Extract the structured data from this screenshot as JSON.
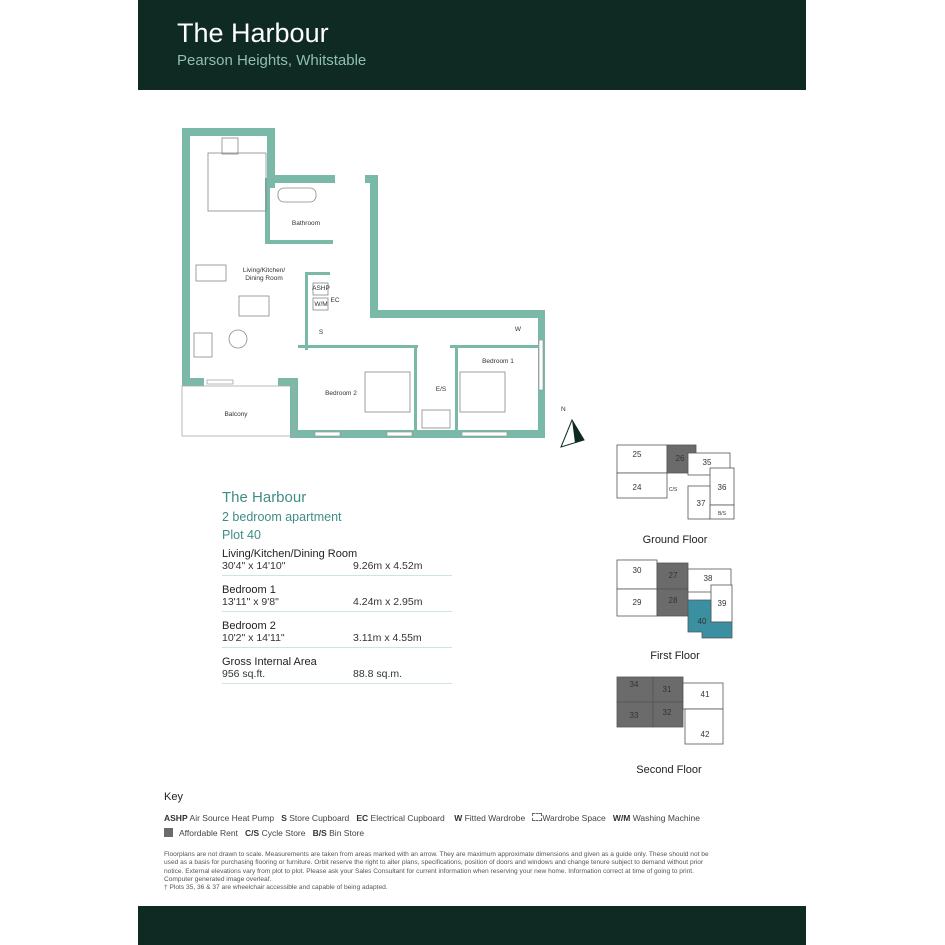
{
  "header": {
    "title": "The Harbour",
    "subtitle": "Pearson Heights, Whitstable"
  },
  "floorplan": {
    "rooms": {
      "living": [
        "Living/Kitchen/",
        "Dining Room"
      ],
      "bathroom": "Bathroom",
      "ashp": "ASHP",
      "wm": "W/M",
      "ec": "EC",
      "store": "S",
      "bedroom1": "Bedroom 1",
      "bedroom2": "Bedroom 2",
      "ensuite": "E/S",
      "wardrobe": "W",
      "balcony": "Balcony"
    },
    "north": "N",
    "colors": {
      "wall": "#7ab8a8",
      "header": "#0f2a22",
      "accent": "#3f8e86",
      "plot": "#3a8fa0",
      "affordable": "#6b6b6b"
    }
  },
  "spec": {
    "name": "The Harbour",
    "type": "2 bedroom apartment",
    "plot": "Plot 40",
    "rooms": [
      {
        "name": "Living/Kitchen/Dining Room",
        "imperial": "30'4\" x 14'10\"",
        "metric": "9.26m x 4.52m"
      },
      {
        "name": "Bedroom 1",
        "imperial": "13'11\" x 9'8\"",
        "metric": "4.24m x 2.95m"
      },
      {
        "name": "Bedroom 2",
        "imperial": "10'2\" x 14'11\"",
        "metric": "3.11m x 4.55m"
      },
      {
        "name": "Gross Internal Area",
        "imperial": "956 sq.ft.",
        "metric": "88.8 sq.m."
      }
    ]
  },
  "site_plans": {
    "ground": {
      "label": "Ground Floor",
      "plots": [
        "25",
        "26",
        "35",
        "24",
        "36",
        "37"
      ],
      "cs": "C/S",
      "bs": "B/S"
    },
    "first": {
      "label": "First Floor",
      "plots": [
        "30",
        "27",
        "38",
        "29",
        "28",
        "39",
        "40"
      ]
    },
    "second": {
      "label": "Second Floor",
      "plots": [
        "34",
        "31",
        "41",
        "33",
        "32",
        "42"
      ]
    }
  },
  "key": {
    "title": "Key",
    "items": [
      {
        "abbr": "ASHP",
        "text": "Air Source Heat Pump"
      },
      {
        "abbr": "S",
        "text": "Store Cupboard"
      },
      {
        "abbr": "EC",
        "text": "Electrical Cupboard"
      },
      {
        "abbr": "W",
        "text": "Fitted Wardrobe"
      },
      {
        "abbr": "",
        "text": "Wardrobe Space"
      },
      {
        "abbr": "W/M",
        "text": "Washing Machine"
      }
    ],
    "items2": [
      {
        "abbr": "",
        "text": "Affordable Rent"
      },
      {
        "abbr": "C/S",
        "text": "Cycle Store"
      },
      {
        "abbr": "B/S",
        "text": "Bin Store"
      }
    ]
  },
  "disclaimer": "Floorplans are not drawn to scale. Measurements are taken from areas marked with an arrow. They are maximum approximate dimensions and given as a guide only. These should not be used as a basis for purchasing flooring or furniture. Orbit reserve the right to alter plans, specifications, position of doors and windows and change tenure subject to demand without prior notice. External elevations vary from plot to plot. Please ask your Sales Consultant for current information when reserving your new home. Information correct at time of going to print. Computer generated image overleaf.",
  "footnote": "† Plots 35, 36 & 37 are wheelchair accessible and capable of being adapted."
}
